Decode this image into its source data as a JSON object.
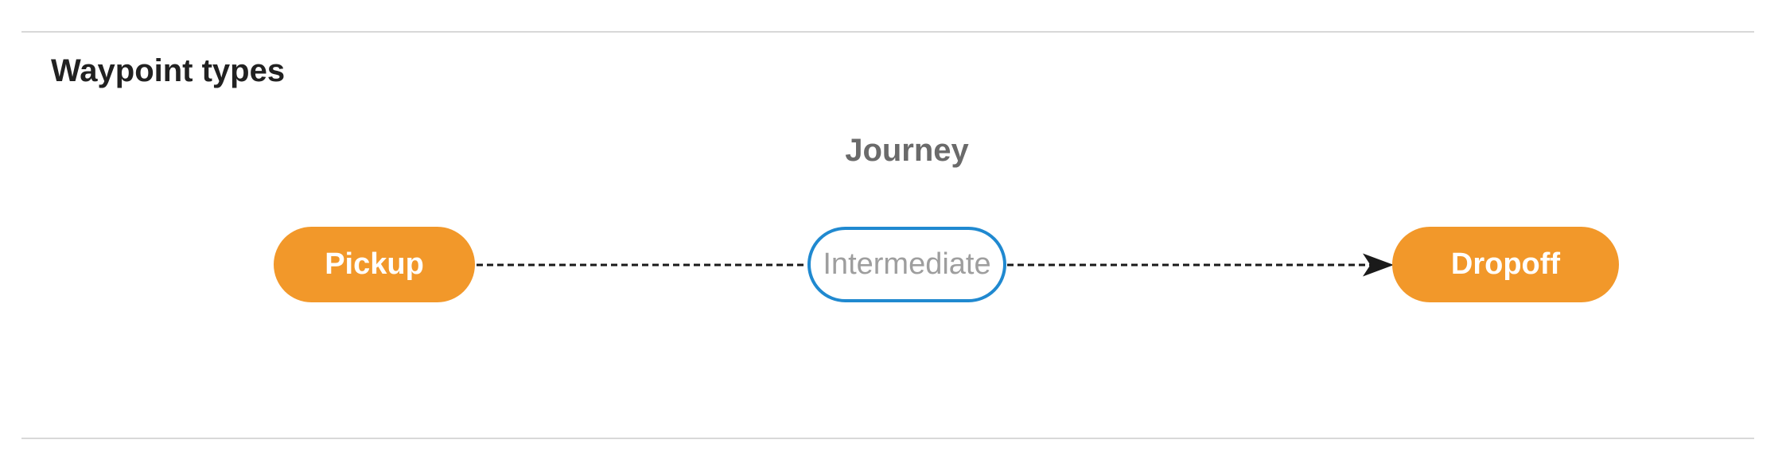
{
  "section": {
    "title": "Waypoint types"
  },
  "diagram": {
    "title": "Journey",
    "nodes": [
      {
        "id": "pickup",
        "label": "Pickup",
        "style": "filled-orange"
      },
      {
        "id": "intermediate",
        "label": "Intermediate",
        "style": "outlined-blue"
      },
      {
        "id": "dropoff",
        "label": "Dropoff",
        "style": "filled-orange"
      }
    ],
    "edges": [
      {
        "from": "pickup",
        "to": "intermediate",
        "style": "dashed",
        "arrowhead": false
      },
      {
        "from": "intermediate",
        "to": "dropoff",
        "style": "dashed",
        "arrowhead": true
      }
    ],
    "colors": {
      "node_fill_orange": "#f2982a",
      "node_outline_blue": "#2089d0",
      "node_label_on_orange": "#ffffff",
      "node_label_outlined": "#9e9e9e",
      "edge_black": "#1a1a1a",
      "diagram_title_gray": "#6a6a6a",
      "heading_text": "#212121",
      "divider_gray": "#d8d8d8",
      "background": "#ffffff"
    }
  }
}
